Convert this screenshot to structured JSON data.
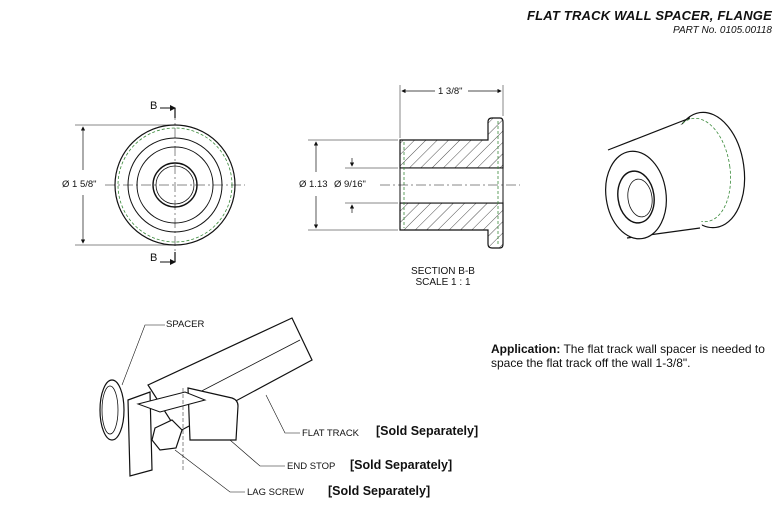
{
  "header": {
    "title": "FLAT TRACK WALL SPACER, FLANGE",
    "part_no": "PART No. 0105.00118"
  },
  "front_view": {
    "section_mark_top": "B",
    "section_mark_bottom": "B",
    "diameter_label": "Ø 1 5/8\""
  },
  "section_view": {
    "length_label": "1 3/8\"",
    "outer_dia_label": "Ø 1.13",
    "inner_dia_label": "Ø 9/16\"",
    "caption_line1": "SECTION B-B",
    "caption_line2": "SCALE 1 : 1"
  },
  "assembly": {
    "spacer_label": "SPACER",
    "flat_track_label": "FLAT TRACK",
    "end_stop_label": "END STOP",
    "lag_screw_label": "LAG SCREW",
    "sold_separately": "[Sold Separately]"
  },
  "application": {
    "heading": "Application:",
    "text": " The flat track wall spacer is needed to space the flat track off the wall 1-3/8\"."
  },
  "colors": {
    "line": "#1a1a1a",
    "hidden_green": "#3a8a3a"
  }
}
